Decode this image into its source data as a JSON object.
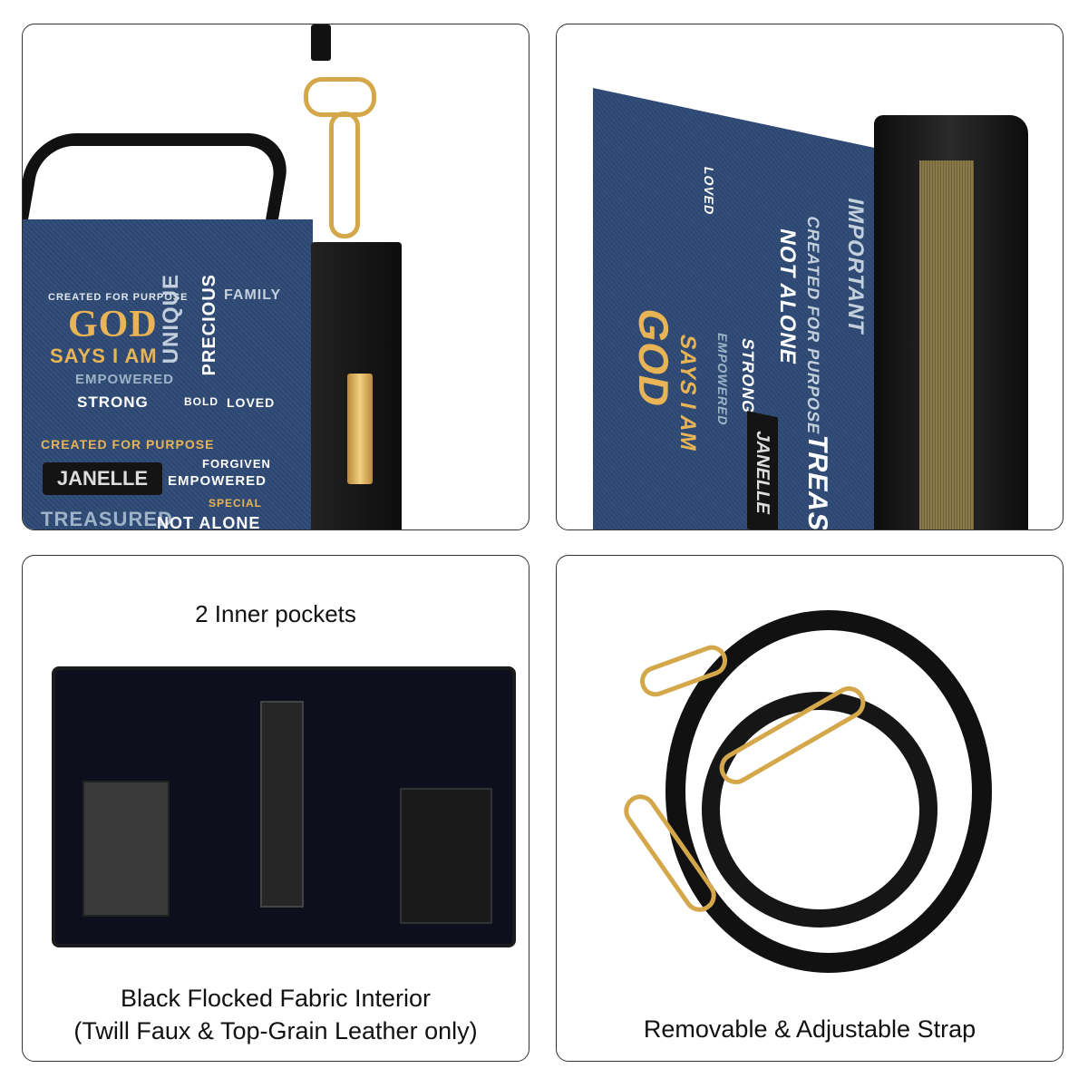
{
  "panels": {
    "cover_front": {
      "print_words": [
        "CREATED FOR PURPOSE",
        "GOD",
        "SAYS I AM",
        "UNIQUE",
        "PRECIOUS",
        "FAMILY",
        "EMPOWERED",
        "STRONG",
        "LOVED",
        "BOLD",
        "CREATED FOR PURPOSE",
        "FORGIVEN",
        "EMPOWERED",
        "SPECIAL",
        "TREASURED",
        "NOT ALONE"
      ],
      "name_tag": "JANELLE"
    },
    "cover_side": {
      "print_words": [
        "GOD",
        "SAYS I AM",
        "EMPOWERED",
        "STRONG",
        "LOVED",
        "NOT ALONE",
        "CREATED FOR PURPOSE",
        "IMPORTANT",
        "TREASURED"
      ],
      "name_tag": "JANELLE"
    },
    "interior": {
      "title": "2 Inner pockets",
      "caption_line1": "Black Flocked Fabric Interior",
      "caption_line2": "(Twill Faux & Top-Grain Leather only)"
    },
    "strap": {
      "caption": "Removable & Adjustable Strap"
    }
  },
  "colors": {
    "denim": "#34507a",
    "gold": "#d4a84a",
    "print_white": "#dfe6ee",
    "print_gold": "#e8b455"
  }
}
